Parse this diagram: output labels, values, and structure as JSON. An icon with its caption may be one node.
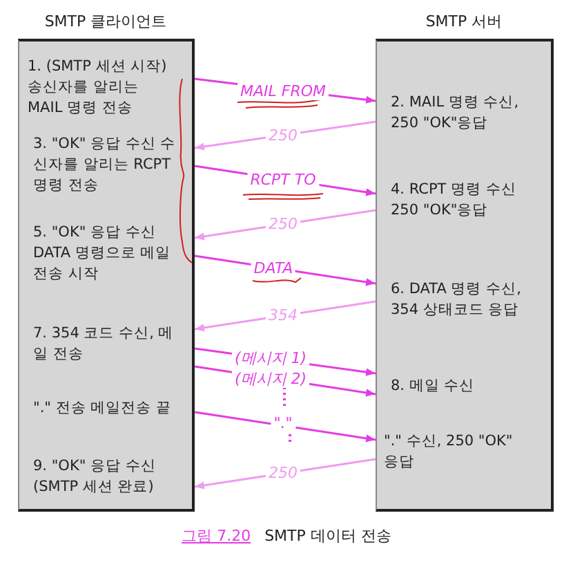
{
  "diagram": {
    "caption": "SMTP 데이터 전송",
    "nodes": [
      {
        "text": [
          "SMTP 클라이언트"
        ]
      },
      {
        "text": [
          "SMTP 서버"
        ]
      },
      {
        "text": [
          "1. (SMTP 세션 시작) 송신자를 알리는 MAIL 명령 전송"
        ],
        "in": 0
      },
      {
        "text": [
          "2. MAIL 명령 수신, 250 \"OK\"응답"
        ],
        "in": 1
      },
      {
        "text": [
          "3. \"OK\" 응답 수신 수신자를 알리는 RCPT 명령 전송"
        ],
        "in": 0
      },
      {
        "text": [
          "4. RCPT 명령 수신 250 \"OK\"응답"
        ],
        "in": 1
      },
      {
        "text": [
          "5. \"OK\" 응답 수신 DATA 명령으로 메일전송 시작"
        ],
        "in": 0
      },
      {
        "text": [
          "6. DATA 명령 수신, 354 상태코드 응답"
        ],
        "in": 1
      },
      {
        "text": [
          "7. 354 코드 수신, 메일 전송"
        ],
        "in": 0
      },
      {
        "text": [
          "8. 메일 수신"
        ],
        "in": 1
      },
      {
        "text": [
          "\".\" 전송 메일전송 끝"
        ],
        "in": 0
      },
      {
        "text": [
          "\".\" 수신, 250 \"OK\" 응답"
        ],
        "in": 1
      },
      {
        "text": [
          "9. \"OK\" 응답 수신 (SMTP 세션 완료)"
        ],
        "in": 0
      }
    ],
    "edges": [
      {
        "from": 2,
        "to": 3,
        "arrow": "to",
        "label": "MAIL FROM"
      },
      {
        "from": 3,
        "to": 4,
        "arrow": "to",
        "label": "250",
        "color": "#f09af0"
      },
      {
        "from": 4,
        "to": 5,
        "arrow": "to",
        "label": "RCPT TO"
      },
      {
        "from": 5,
        "to": 6,
        "arrow": "to",
        "label": "250",
        "color": "#f09af0"
      },
      {
        "from": 6,
        "to": 7,
        "arrow": "to",
        "label": "DATA"
      },
      {
        "from": 7,
        "to": 8,
        "arrow": "to",
        "label": "354",
        "color": "#f09af0"
      },
      {
        "from": 8,
        "to": 9,
        "arrow": "to",
        "label": "(메시지 1)"
      },
      {
        "from": 8,
        "to": 9,
        "arrow": "to",
        "label": "(메시지 2)"
      },
      {
        "from": 10,
        "to": 11,
        "arrow": "to",
        "label": "\".\""
      },
      {
        "from": 11,
        "to": 12,
        "arrow": "to",
        "label": "250",
        "color": "#f09af0"
      }
    ],
    "labels": [
      "그림 7.20"
    ]
  }
}
